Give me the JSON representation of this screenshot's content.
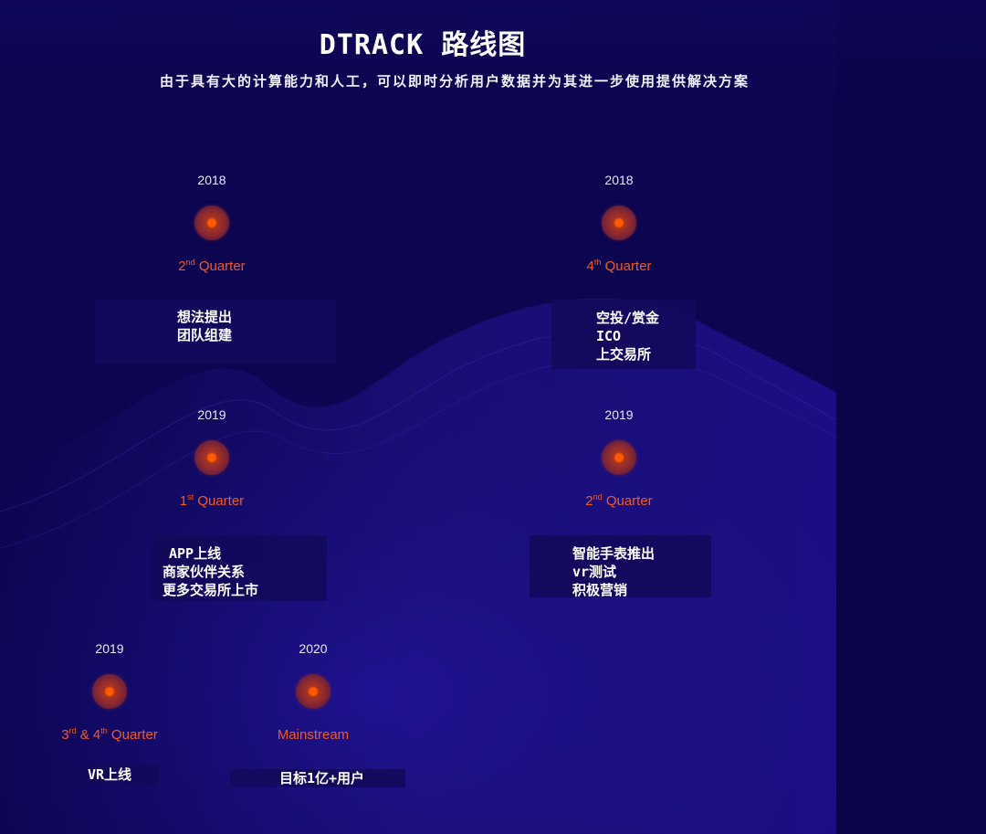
{
  "header": {
    "title": "DTRACK 路线图",
    "subtitle": "由于具有大的计算能力和人工，可以即时分析用户数据并为其进一步使用提供解决方案"
  },
  "colors": {
    "background": "#0c0550",
    "accent": "#ef5a24",
    "dot_core": "#ff5a00"
  },
  "milestones": [
    {
      "year": "2018",
      "quarter_num": "2",
      "quarter_suffix": "nd",
      "quarter_label": " Quarter",
      "items": [
        "想法提出",
        "团队组建"
      ]
    },
    {
      "year": "2018",
      "quarter_num": "4",
      "quarter_suffix": "th",
      "quarter_label": " Quarter",
      "items": [
        "空投/赏金",
        "ICO",
        "上交易所"
      ]
    },
    {
      "year": "2019",
      "quarter_num": "1",
      "quarter_suffix": "st",
      "quarter_label": " Quarter",
      "items": [
        "APP上线",
        "商家伙伴关系",
        "更多交易所上市"
      ]
    },
    {
      "year": "2019",
      "quarter_num": "2",
      "quarter_suffix": "nd",
      "quarter_label": " Quarter",
      "items": [
        "智能手表推出",
        "vr测试",
        "积极营销"
      ]
    },
    {
      "year": "2019",
      "quarter_prefix": "3",
      "quarter_prefix_suffix": "rd",
      "quarter_join": " & ",
      "quarter_num": "4",
      "quarter_suffix": "th",
      "quarter_label": " Quarter",
      "items": [
        "VR上线"
      ]
    },
    {
      "year": "2020",
      "quarter_label": "Mainstream",
      "items": [
        "目标1亿+用户"
      ]
    }
  ]
}
